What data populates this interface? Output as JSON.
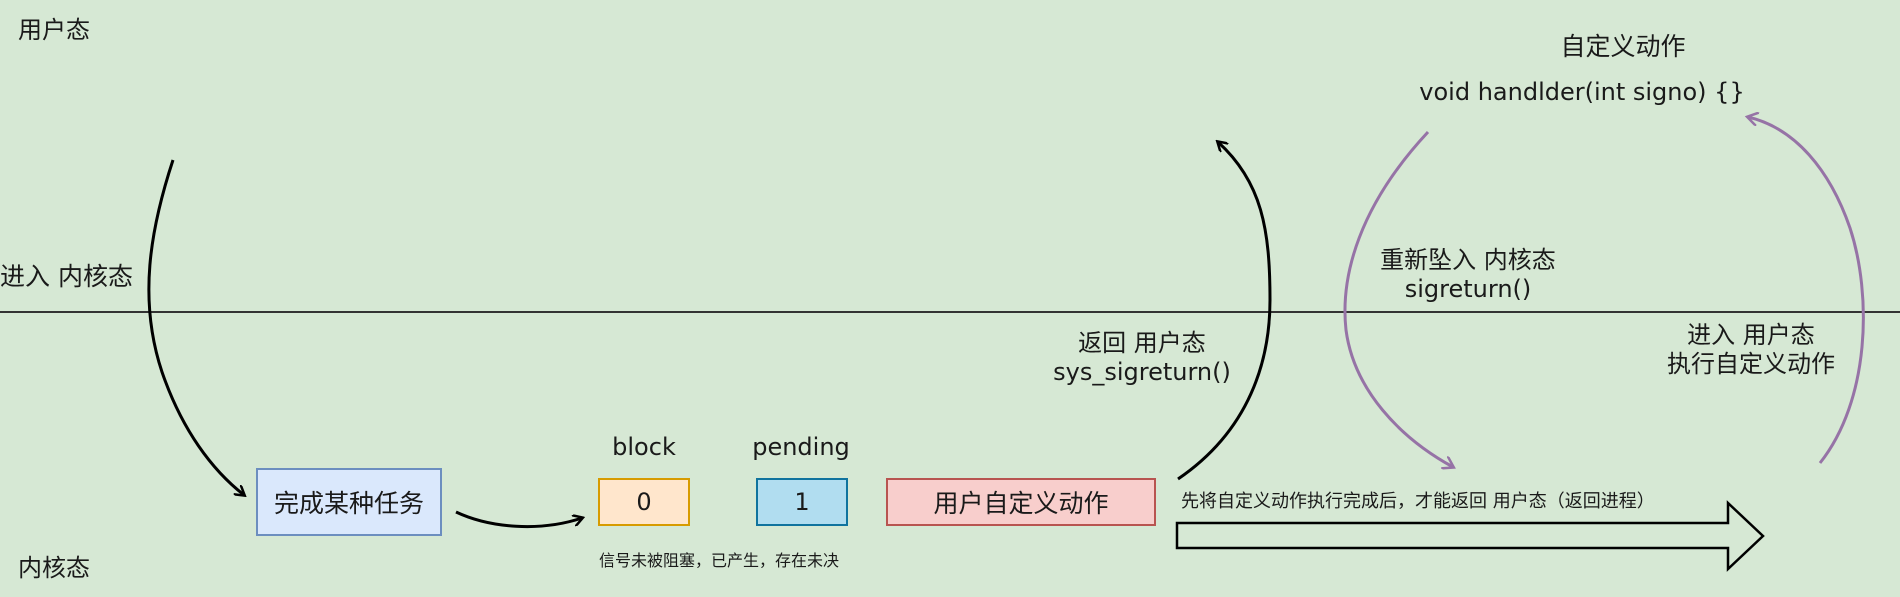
{
  "labels": {
    "user_mode": "用户态",
    "kernel_mode": "内核态",
    "enter_kernel": "进入 内核态",
    "return_user_line1": "返回 用户态",
    "return_user_line2": "sys_sigreturn()",
    "reenter_kernel_line1": "重新坠入 内核态",
    "reenter_kernel_line2": "sigreturn()",
    "enter_user_line1": "进入 用户态",
    "enter_user_line2": "执行自定义动作",
    "custom_action_title": "自定义动作",
    "handler_signature": "void handlder(int signo) {}",
    "block_header": "block",
    "pending_header": "pending",
    "signal_note": "信号未被阻塞，已产生，存在未决",
    "arrow_note": "先将自定义动作执行完成后，才能返回 用户态（返回进程）"
  },
  "boxes": {
    "task": "完成某种任务",
    "block_value": "0",
    "pending_value": "1",
    "user_custom_action": "用户自定义动作"
  },
  "colors": {
    "background": "#d6e8d4",
    "task_fill": "#dae8fc",
    "task_border": "#6c8ebf",
    "block_fill": "#ffe6cc",
    "block_border": "#d79b00",
    "pending_fill": "#b1ddf0",
    "pending_border": "#10739e",
    "custom_fill": "#f8cecc",
    "custom_border": "#b85450",
    "purple_arrow": "#9673a6"
  },
  "icons": {
    "arrow_style": "curved-arrow",
    "big_arrow": "block-right-arrow"
  }
}
